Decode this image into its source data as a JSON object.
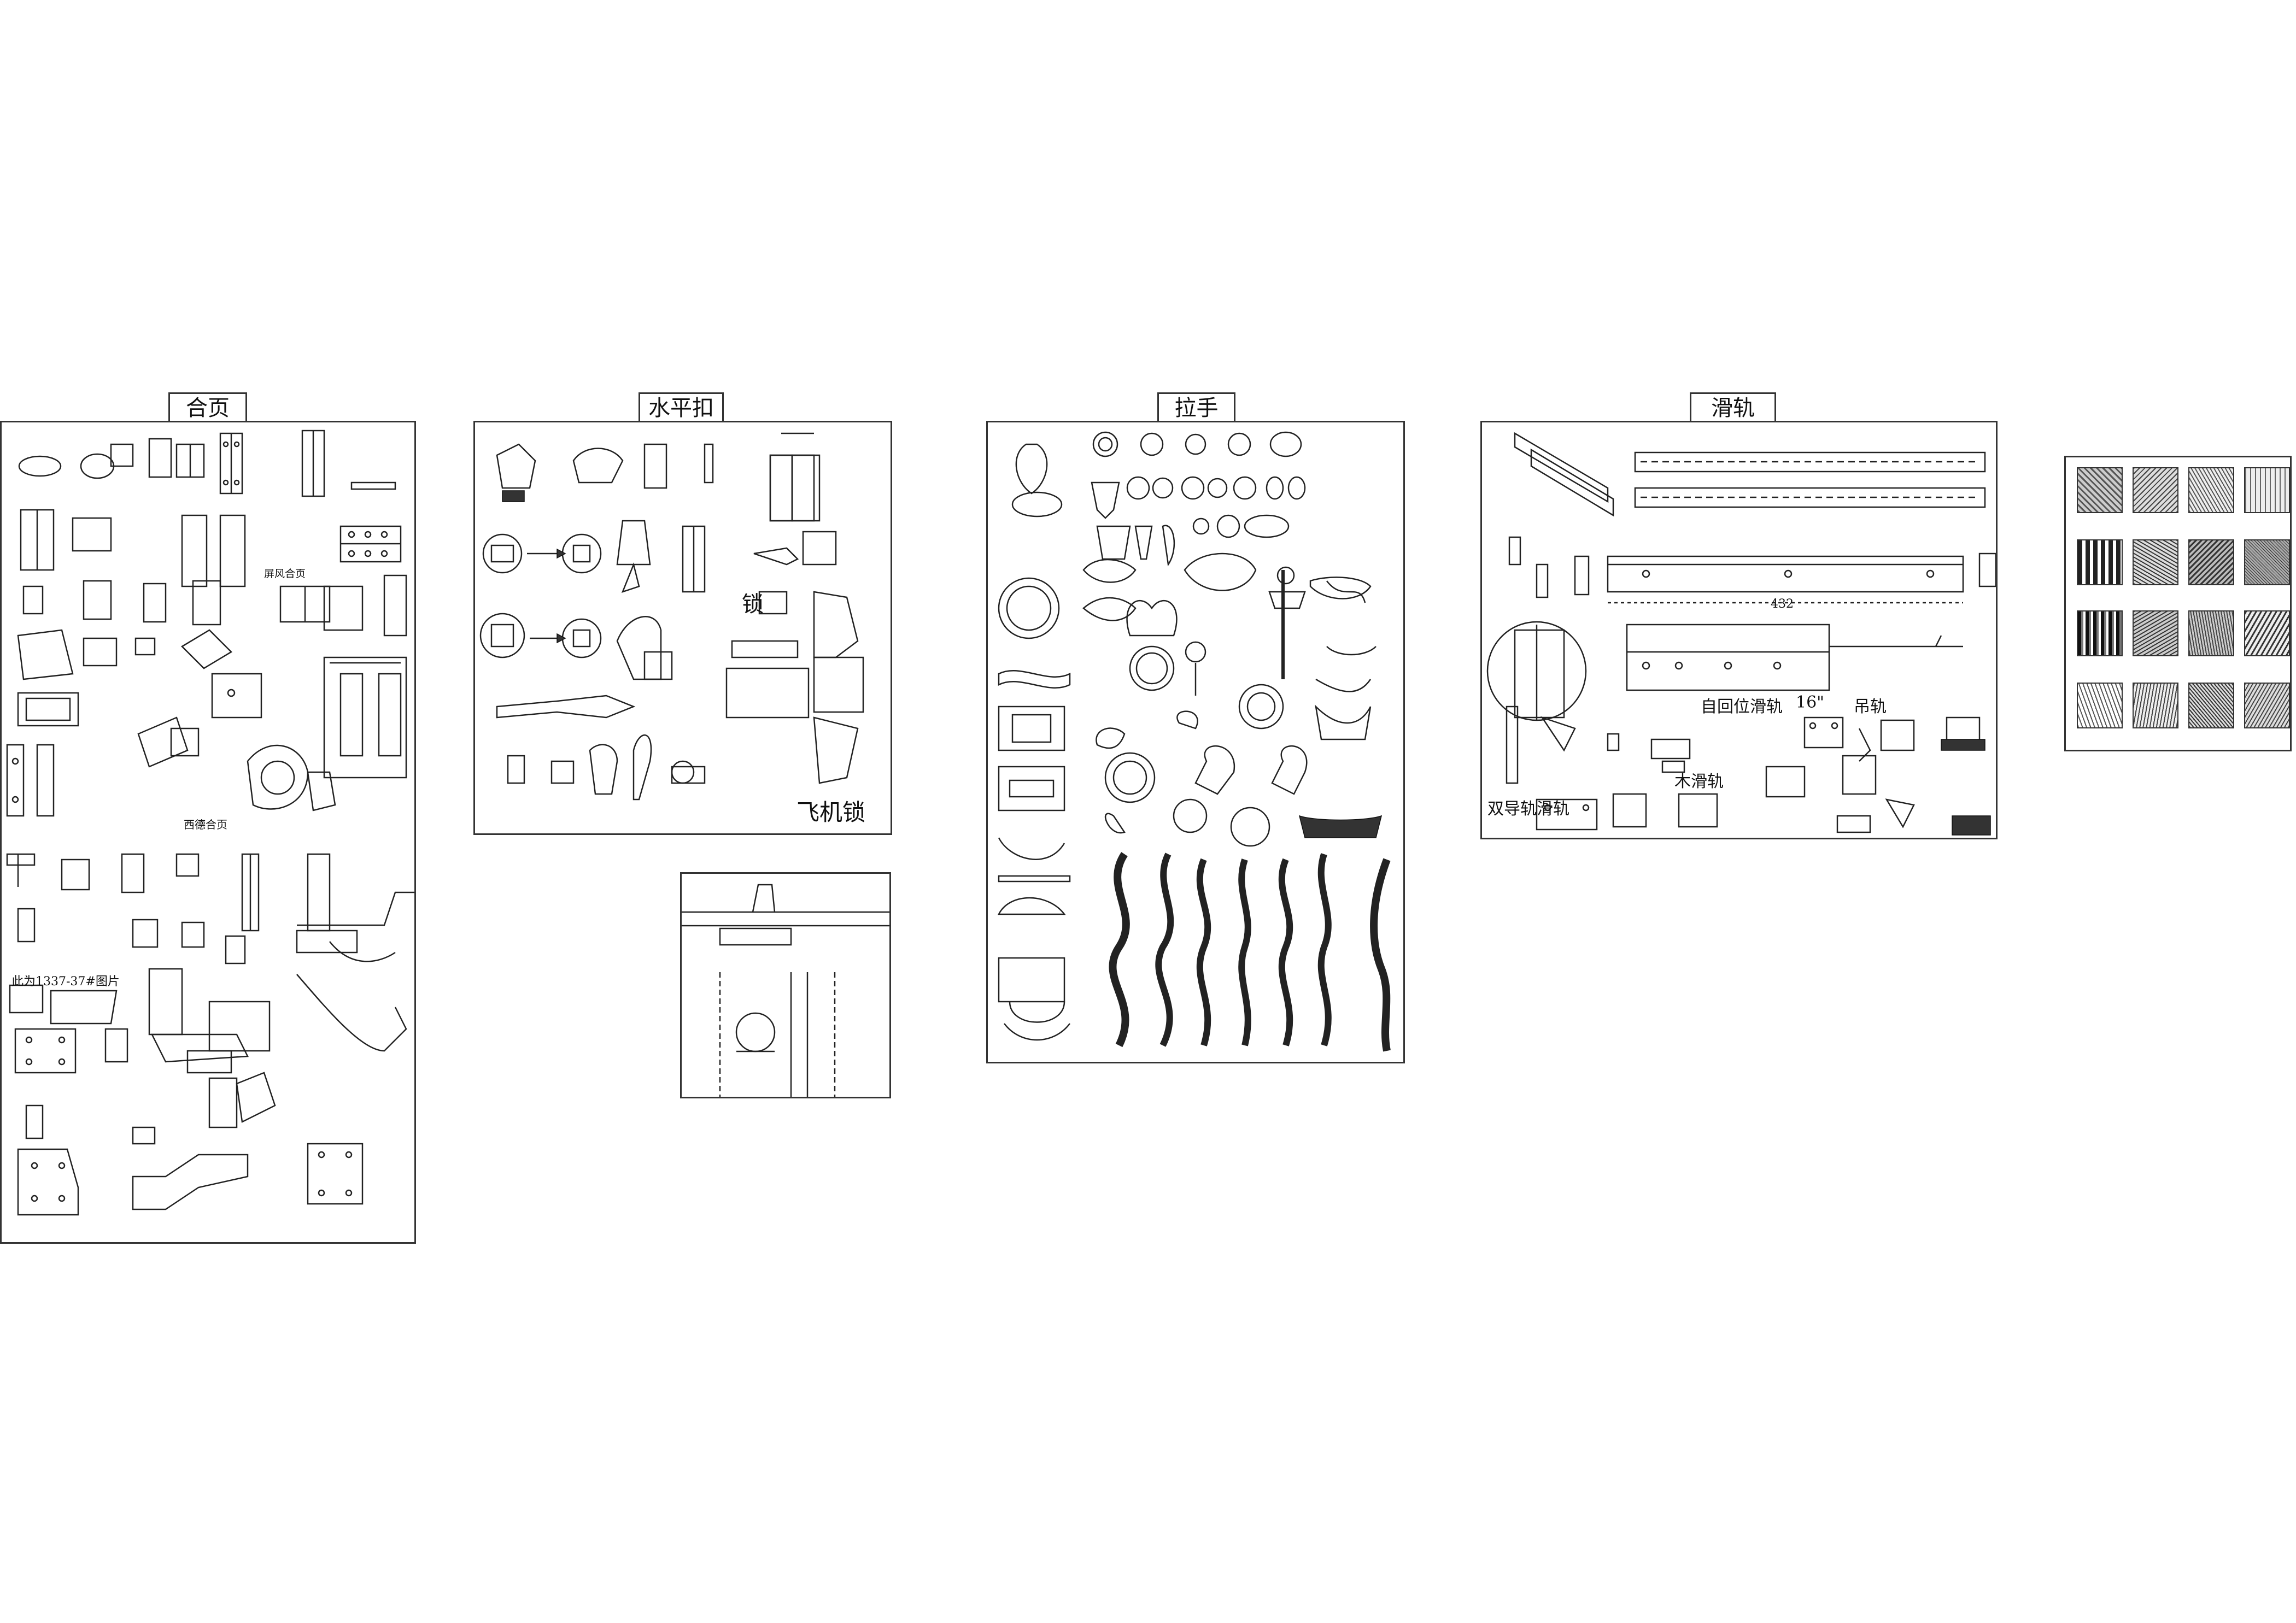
{
  "sections": {
    "hinge": {
      "title": "合页",
      "labels": [
        "屏风合页",
        "西德合页",
        "此为1337-37#图片"
      ]
    },
    "latch": {
      "title": "水平扣",
      "labels": [
        "锁",
        "飞机锁"
      ]
    },
    "handle": {
      "title": "拉手"
    },
    "slide": {
      "title": "滑轨",
      "labels": [
        "432",
        "自回位滑轨",
        "16\"",
        "吊轨",
        "双导轨滑轨",
        "木滑轨"
      ]
    }
  },
  "icons": {
    "hinge_items": "hinge-icon",
    "lock_items": "lock-icon",
    "handle_items": "handle-icon",
    "slide_items": "slide-rail-icon",
    "pattern_tiles": "pattern-swatch-icon"
  },
  "colors": {
    "line": "#222222",
    "background": "#ffffff"
  }
}
